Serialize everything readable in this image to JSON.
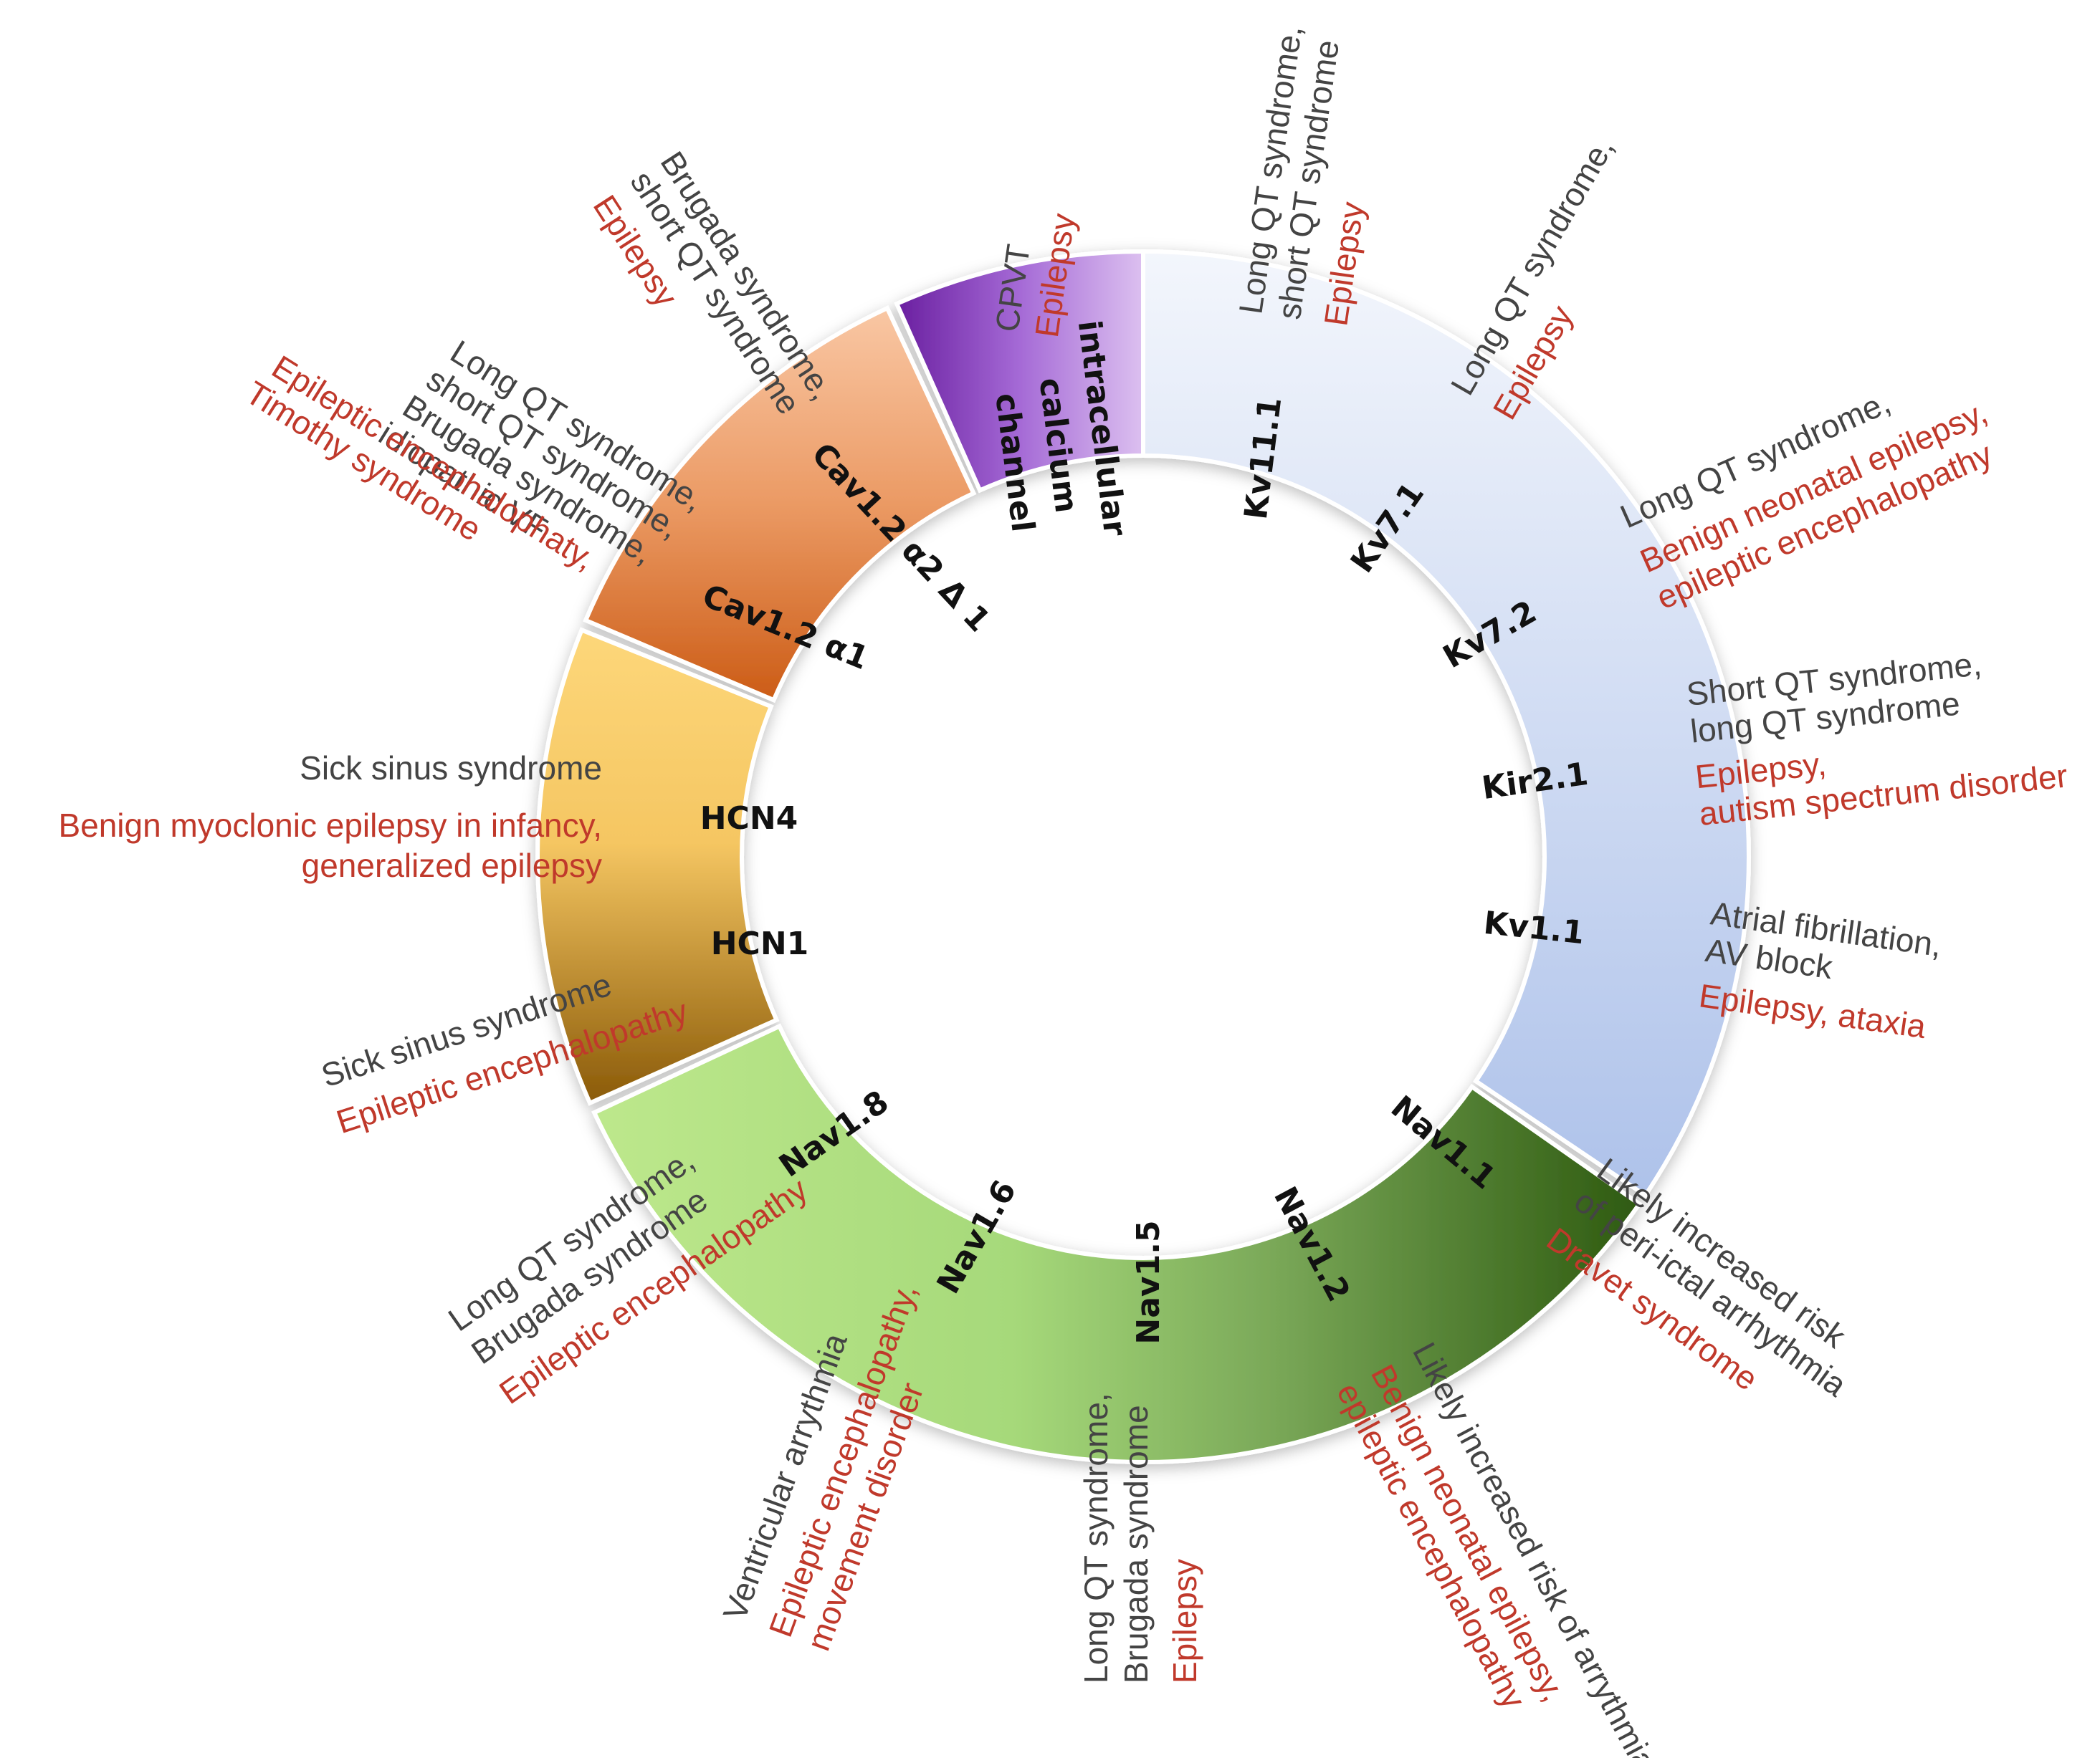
{
  "colors": {
    "cardiac_text": "#444444",
    "neuro_text": "#c0392b"
  },
  "segments": [
    {
      "id": "kv",
      "color_inner": "#aec2ea",
      "color_outer": "#f3f6fc",
      "channels": [
        "Kv11.1",
        "Kv7.1",
        "Kv7.2",
        "Kir2.1",
        "Kv1.1"
      ]
    },
    {
      "id": "nav",
      "color_dark": "#2e5a10",
      "color_light": "#bde88c",
      "channels": [
        "Nav1.1",
        "Nav1.2",
        "Nav1.5",
        "Nav1.6",
        "Nav1.8"
      ]
    },
    {
      "id": "hcn",
      "color_top": "#fdd77a",
      "color_bottom": "#8a5a08",
      "channels": [
        "HCN1",
        "HCN4"
      ]
    },
    {
      "id": "cav",
      "color_top": "#f9c7a4",
      "color_bottom": "#cc5c16",
      "channels": [
        "Cav1.2 α1",
        "Cav1.2 α2 Δ 1"
      ]
    },
    {
      "id": "intra",
      "color_dark": "#6a1fa0",
      "color_light": "#dcc0f0",
      "label_lines": [
        "intracellular",
        "calcium",
        "channel"
      ]
    }
  ],
  "annotations": {
    "kv11_1": {
      "cardiac": [
        "Long QT syndrome,",
        "short QT syndrome"
      ],
      "neuro": [
        "Epilepsy"
      ]
    },
    "kv7_1": {
      "cardiac": [
        "Long QT syndrome,"
      ],
      "neuro": [
        "Epilepsy"
      ]
    },
    "kv7_2": {
      "cardiac": [
        "Long QT syndrome,"
      ],
      "neuro": [
        "Benign neonatal epilepsy,",
        "epileptic encephalopathy"
      ]
    },
    "kir2_1": {
      "cardiac": [
        "Short QT syndrome,",
        "long QT syndrome"
      ],
      "neuro": [
        "Epilepsy,",
        "autism spectrum disorder"
      ]
    },
    "kv1_1": {
      "cardiac": [
        "Atrial fibrillation,",
        "AV block"
      ],
      "neuro": [
        "Epilepsy, ataxia"
      ]
    },
    "nav1_1": {
      "cardiac": [
        "Likely increased risk",
        "of peri-ictal arrhythmia"
      ],
      "neuro": [
        "Dravet syndrome"
      ]
    },
    "nav1_2": {
      "cardiac": [
        "Likely increased risk of arrythmia"
      ],
      "neuro": [
        "Benign neonatal epilepsy,",
        "epileptic encephalopathy"
      ]
    },
    "nav1_5": {
      "cardiac": [
        "Long QT syndrome,",
        "Brugada syndrome"
      ],
      "neuro": [
        "Epilepsy"
      ]
    },
    "nav1_6": {
      "cardiac": [
        "Ventricular arrythmia"
      ],
      "neuro": [
        "Epileptic encephalopathy,",
        "movement disorder"
      ]
    },
    "nav1_8": {
      "cardiac": [
        "Long QT syndrome,",
        "Brugada syndrome"
      ],
      "neuro": [
        "Epileptic encephalopathy"
      ]
    },
    "hcn1": {
      "cardiac": [
        "Sick sinus syndrome"
      ],
      "neuro": [
        "Epileptic encephalopathy"
      ]
    },
    "hcn4": {
      "cardiac": [
        "Sick sinus syndrome"
      ],
      "neuro": [
        "Benign myoclonic epilepsy in infancy,",
        "generalized epilepsy"
      ]
    },
    "cav1_2_a1": {
      "cardiac": [
        "Long QT syndrome,",
        "short QT syndrome,",
        "Brugada syndrome,",
        "idiopathic VF"
      ],
      "neuro": [
        "Epileptic encephalophaty,",
        "Timothy syndrome"
      ]
    },
    "cav1_2_a2": {
      "cardiac": [
        "Brugada syndrome,",
        "short QT syndrome"
      ],
      "neuro": [
        "Epilepsy"
      ]
    },
    "intracellular": {
      "cardiac": [
        "CPVT"
      ],
      "neuro": [
        "Epilepsy"
      ]
    }
  }
}
